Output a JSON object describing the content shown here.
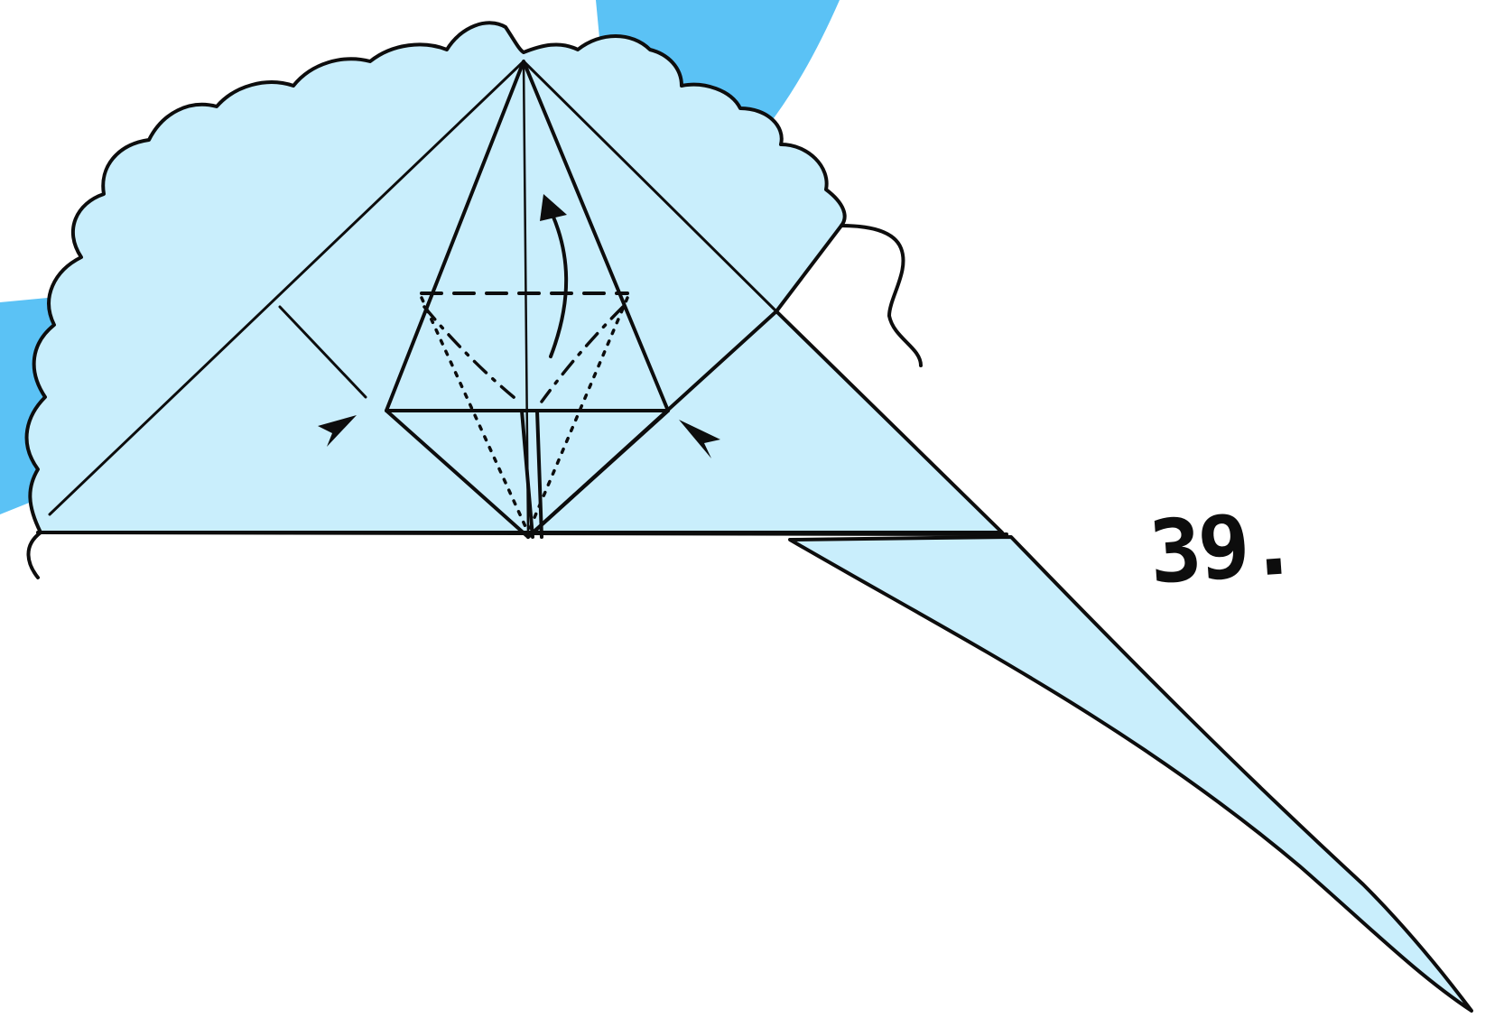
{
  "diagram": {
    "step_number": "39.",
    "colors": {
      "background": "#ffffff",
      "accent_arc": "#5bc2f5",
      "paper_fill": "#c9eefc",
      "line": "#0d0d0d"
    },
    "symbols": [
      "fold-arrow-up",
      "push-arrow-left",
      "push-arrow-right",
      "valley-fold-line",
      "mountain-fold-lines"
    ]
  }
}
